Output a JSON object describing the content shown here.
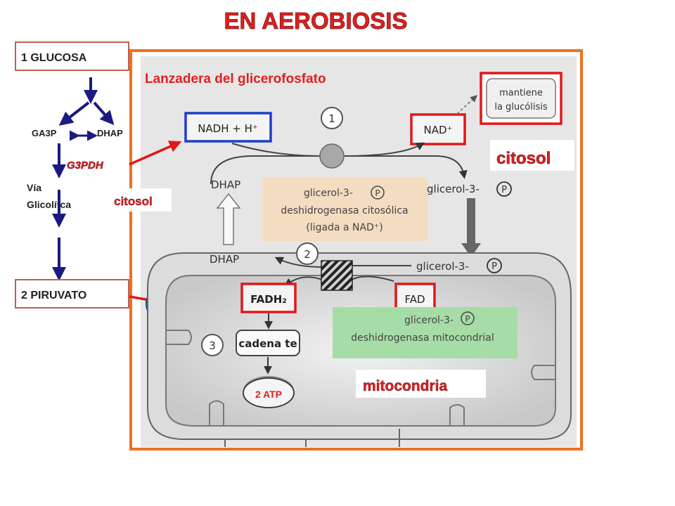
{
  "title": "EN  AEROBIOSIS",
  "subtitle": "Lanzadera del glicerofosfato",
  "left": {
    "glucose": "1 GLUCOSA",
    "ga3p": "GA3P",
    "dhap": "DHAP",
    "enzyme": "G3PDH",
    "pathway_line1": "Vía",
    "pathway_line2": "Glicolítca",
    "compartment": "citosol",
    "pyruvate": "2 PIRUVATO"
  },
  "diagram": {
    "step1": "1",
    "step2": "2",
    "step3": "3",
    "nadh": "NADH + H⁺",
    "nad": "NAD⁺",
    "maintain_line1": "mantiene",
    "maintain_line2": "la glucólisis",
    "dhap_top": "DHAP",
    "dhap_bottom": "DHAP",
    "g3p_top": "glicerol-3-",
    "g3p_bottom": "glicerol-3-",
    "phosphate": "P",
    "cyto_enzyme_line1": "glicerol-3-",
    "cyto_enzyme_line2": "deshidrogenasa citosólica",
    "cyto_enzyme_line3": "(ligada a NAD⁺)",
    "mito_enzyme_line1": "glicerol-3-",
    "mito_enzyme_line2": "deshidrogenasa mitocondrial",
    "fadh2": "FADH₂",
    "fad": "FAD",
    "chain": "cadena te",
    "atp": "2 ATP",
    "cytosol_label": "citosol",
    "mito_label": "mitocondria"
  },
  "colors": {
    "title_red": "#e02020",
    "frame_orange": "#ef7020",
    "arrow_navy": "#1a1a80",
    "box_blue": "#1e3ec8",
    "box_red": "#e01818",
    "cyto_enzyme_bg": "#f3dcc0",
    "mito_enzyme_bg": "#a6dca6",
    "ellipse_blue": "#4a78c0"
  }
}
